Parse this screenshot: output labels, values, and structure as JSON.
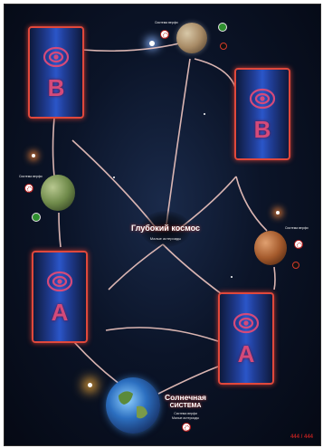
{
  "board": {
    "center": {
      "title": "Глубокий космос",
      "subtitle": "Малые астероиды"
    },
    "solar_system": {
      "title_line1": "Солнечная",
      "title_line2": "система",
      "sub_line1": "Система верфи",
      "sub_line2": "Малые астероиды"
    },
    "planet_labels": {
      "top": "Система верфи",
      "left": "Система верфи",
      "right": "Система верфи"
    },
    "cards": [
      {
        "id": "top-left",
        "letter": "B"
      },
      {
        "id": "top-right",
        "letter": "B"
      },
      {
        "id": "bottom-left",
        "letter": "A"
      },
      {
        "id": "bottom-right",
        "letter": "A"
      }
    ],
    "corner_mark": "444 / 444",
    "colors": {
      "route": "#f0c6c0",
      "card_border": "#e0483c",
      "card_letter": "#d44a7a",
      "marker_red": "#b21a1a"
    }
  }
}
